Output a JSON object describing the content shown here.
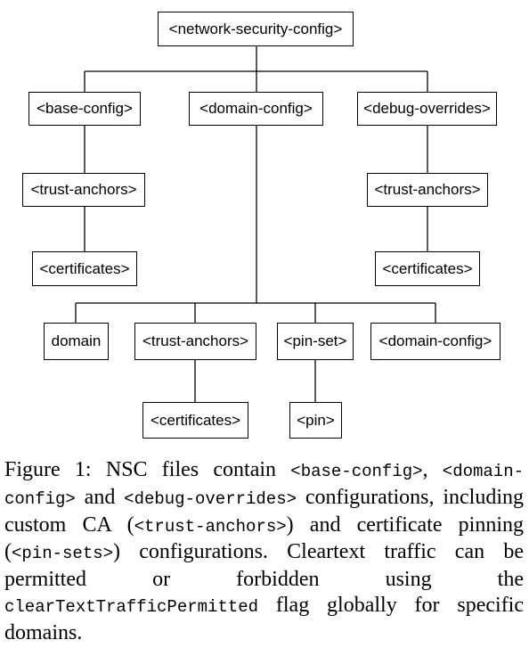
{
  "nodes": {
    "root": "<network-security-config>",
    "base_config": "<base-config>",
    "domain_config": "<domain-config>",
    "debug_overrides": "<debug-overrides>",
    "base_trust_anchors": "<trust-anchors>",
    "debug_trust_anchors": "<trust-anchors>",
    "base_certificates": "<certificates>",
    "debug_certificates": "<certificates>",
    "domain": "domain",
    "domain_trust_anchors": "<trust-anchors>",
    "pin_set": "<pin-set>",
    "nested_domain_config": "<domain-config>",
    "domain_certificates": "<certificates>",
    "pin": "<pin>"
  },
  "caption": {
    "figure_label": "Figure 1:",
    "t1": "NSC files contain",
    "c1": "<base-config>",
    "t2": ",",
    "c2": "<domain-config>",
    "t3": "and",
    "c3": "<debug-overrides>",
    "t4": "configurations, including custom CA (",
    "c4": "<trust-anchors>",
    "t5": ") and certificate pinning (",
    "c5": "<pin-sets>",
    "t6": ") configurations. Cleartext traffic can be permitted or forbidden using the",
    "c6": "clearTextTrafficPermitted",
    "t7": "flag globally for specific domains."
  }
}
